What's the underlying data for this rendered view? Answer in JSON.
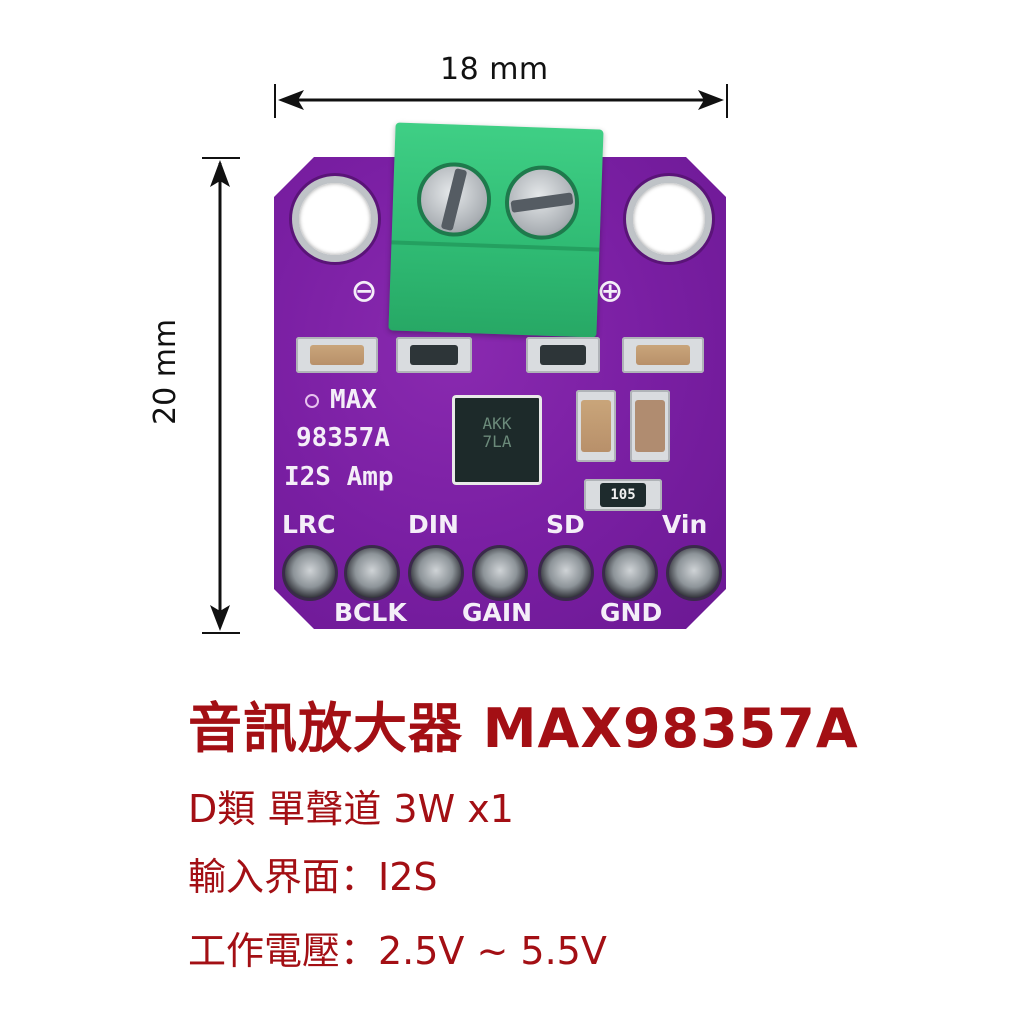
{
  "dimensions": {
    "width_label": "18 mm",
    "height_label": "20 mm"
  },
  "board": {
    "silkscreen": {
      "line1": "MAX",
      "line2": "98357A",
      "line3": "I2S Amp",
      "minus_symbol": "⊖",
      "plus_symbol": "⊕"
    },
    "chip_marking": [
      "AKK",
      "7LA"
    ],
    "resistor_marking": "105",
    "pins_top": [
      "LRC",
      "DIN",
      "SD",
      "Vin"
    ],
    "pins_bottom": [
      "BCLK",
      "GAIN",
      "GND"
    ],
    "colors": {
      "pcb": "#7a1fa3",
      "terminal": "#2fba73",
      "silkscreen": "#f4eef8"
    }
  },
  "product": {
    "title": "音訊放大器 MAX98357A",
    "specs": [
      "D類 單聲道 3W x1",
      "輸入界面：I2S",
      "工作電壓：2.5V ~ 5.5V"
    ],
    "text_color": "#a30f14"
  }
}
